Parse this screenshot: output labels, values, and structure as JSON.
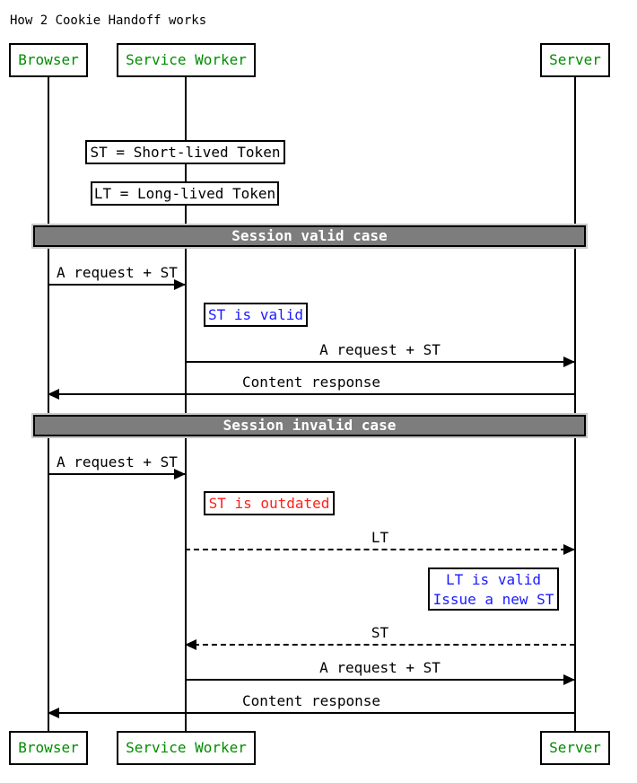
{
  "title": "How 2 Cookie Handoff works",
  "colors": {
    "green": "#008d00",
    "blue": "#1a1aff",
    "red": "#ff2019",
    "gray": "#7d7d7d"
  },
  "actors": {
    "browser": "Browser",
    "service_worker": "Service Worker",
    "server": "Server"
  },
  "definitions": {
    "st": "ST = Short-lived Token",
    "lt": "LT = Long-lived Token"
  },
  "sections": {
    "valid": "Session valid case",
    "invalid": "Session invalid case"
  },
  "messages": {
    "m1": "A request + ST",
    "m2": "A request + ST",
    "m3": "Content response",
    "m4": "A request + ST",
    "m5": "LT",
    "m6": "ST",
    "m7": "A request + ST",
    "m8": "Content response"
  },
  "notes": {
    "st_valid": "ST is valid",
    "st_outdated": "ST is outdated",
    "lt_valid_line1": "LT is valid",
    "lt_valid_line2": "Issue a new ST"
  }
}
